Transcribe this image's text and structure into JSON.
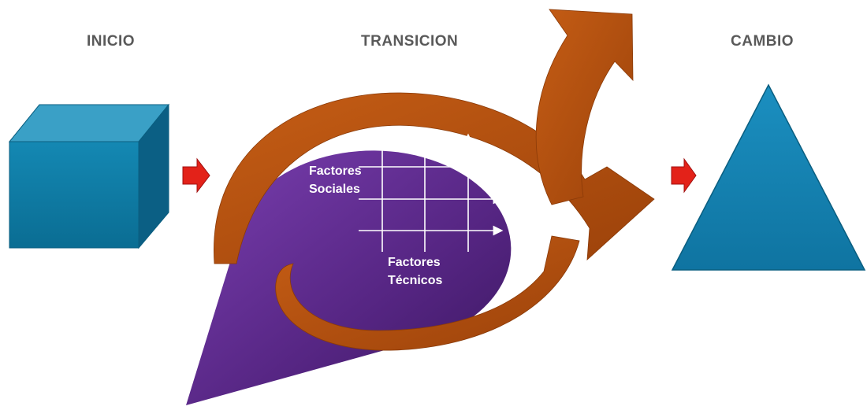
{
  "stages": {
    "start": "INICIO",
    "transition": "TRANSICION",
    "change": "CAMBIO"
  },
  "factors": {
    "social": [
      "Factores",
      "Sociales"
    ],
    "technical": [
      "Factores",
      "Técnicos"
    ]
  },
  "colors": {
    "cube": "#0f7fa8",
    "triangle": "#1b84b5",
    "arrow_orange": "#b8500f",
    "cone_purple": "#5b2a86",
    "small_arrow": "#e32219"
  }
}
